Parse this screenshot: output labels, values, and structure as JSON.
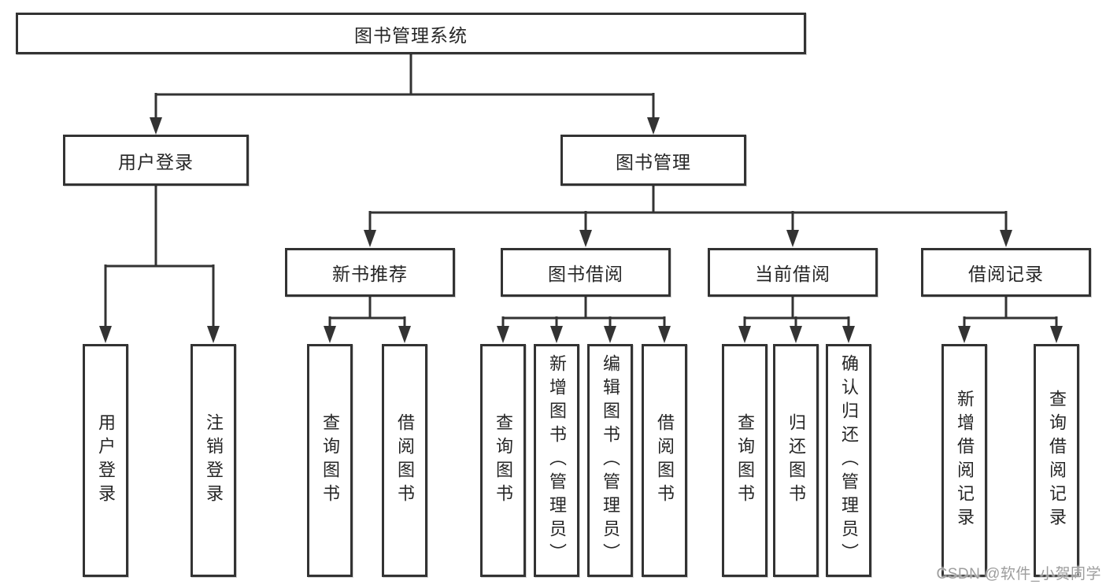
{
  "title": "图书管理系统",
  "diagram_type": "功能结构树状图",
  "colors": {
    "background": "#ffffff",
    "box_border": "#333333",
    "connector_line": "#333333",
    "text": "#262626",
    "watermark": "#9d9d9d"
  },
  "tree": {
    "label": "图书管理系统",
    "children": [
      {
        "label": "用户登录",
        "children": [
          {
            "label": "用户登录"
          },
          {
            "label": "注销登录"
          }
        ]
      },
      {
        "label": "图书管理",
        "children": [
          {
            "label": "新书推荐",
            "children": [
              {
                "label": "查询图书"
              },
              {
                "label": "借阅图书"
              }
            ]
          },
          {
            "label": "图书借阅",
            "children": [
              {
                "label": "查询图书"
              },
              {
                "label": "新增图书（管理员）"
              },
              {
                "label": "编辑图书（管理员）"
              },
              {
                "label": "借阅图书"
              }
            ]
          },
          {
            "label": "当前借阅",
            "children": [
              {
                "label": "查询图书"
              },
              {
                "label": "归还图书"
              },
              {
                "label": "确认归还（管理员）"
              }
            ]
          },
          {
            "label": "借阅记录",
            "children": [
              {
                "label": "新增借阅记录"
              },
              {
                "label": "查询借阅记录"
              }
            ]
          }
        ]
      }
    ]
  },
  "watermark": {
    "text": "CSDN @软件_小贺同学"
  }
}
